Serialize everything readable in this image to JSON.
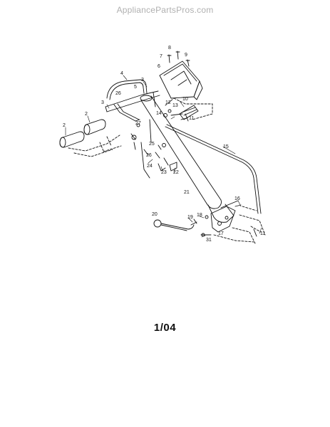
{
  "watermark": "AppliancePartsPros.com",
  "footer_code": "1/04",
  "callouts": {
    "c2a": "2",
    "c2b": "2",
    "c3a": "3",
    "c3b": "3",
    "c4": "4",
    "c5": "5",
    "c6": "6",
    "c7": "7",
    "c8": "8",
    "c9": "9",
    "c10": "10",
    "c11a": "11",
    "c11b": "11",
    "c12": "12",
    "c13": "13",
    "c14": "14",
    "c15": "15",
    "c16": "16",
    "c17": "17",
    "c18": "18",
    "c19": "19",
    "c20": "20",
    "c21": "21",
    "c22": "22",
    "c23": "23",
    "c24": "24",
    "c25": "25",
    "c26a": "26",
    "c26b": "26",
    "c27": "27",
    "c31": "31"
  }
}
